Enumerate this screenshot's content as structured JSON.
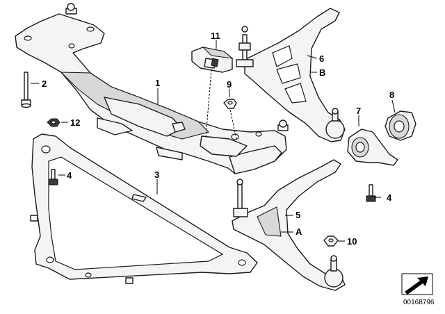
{
  "callouts": {
    "c1": "1",
    "c2": "2",
    "c3": "3",
    "c4a": "4",
    "c4b": "4",
    "c5": "5",
    "cA": "A",
    "c6": "6",
    "cB": "B",
    "c7": "7",
    "c8": "8",
    "c9": "9",
    "c10": "10",
    "c11": "11",
    "c12": "12"
  },
  "document_id": "00168796",
  "icons": {
    "corner": "view-direction-arrow-icon"
  }
}
